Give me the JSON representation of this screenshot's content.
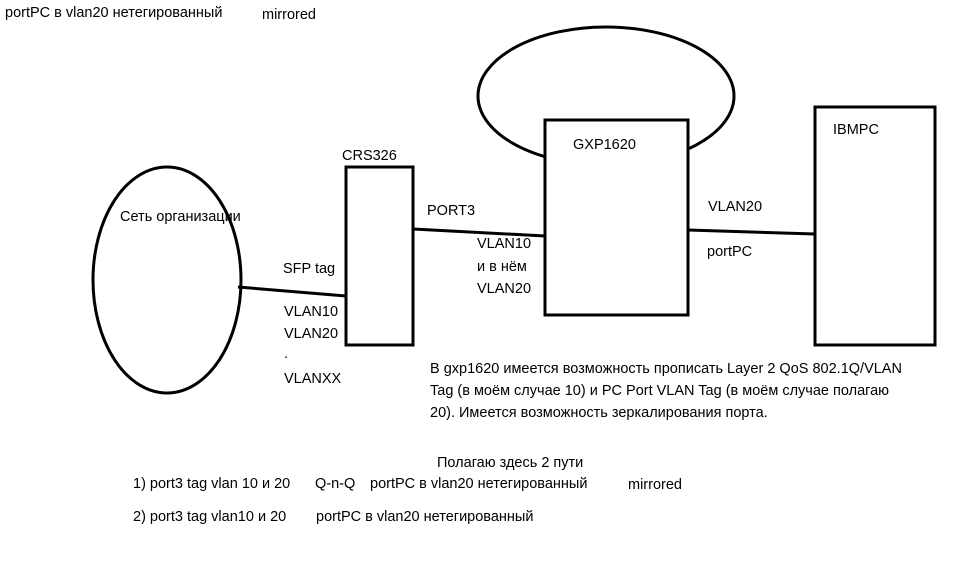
{
  "header_note": {
    "text": "portPC в vlan20 нетегированный",
    "mirrored": "mirrored"
  },
  "nodes": {
    "org_network": "Сеть организации",
    "crs326": "CRS326",
    "gxp1620": "GXP1620",
    "ibmpc": "IBMPC"
  },
  "labels": {
    "sfp_tag": "SFP tag",
    "crs_vlans": [
      "VLAN10",
      "VLAN20",
      ".",
      "VLANXX"
    ],
    "port3": "PORT3",
    "port3_vlans": [
      "VLAN10",
      "и в нём",
      "VLAN20"
    ],
    "pc_vlan": "VLAN20",
    "portpc": "portPC"
  },
  "description": "В gxp1620 имеется возможность прописать Layer 2 QoS 802.1Q/VLAN Tag (в моём случае 10) и PC Port VLAN Tag (в моём случае полагаю 20). Имеется возможность зеркалирования порта.",
  "paths_heading": "Полагаю здесь 2 пути",
  "paths": [
    {
      "a": "1) port3 tag vlan 10 и 20",
      "b": "Q-n-Q",
      "c": "portPC в vlan20 нетегированный",
      "d": "mirrored"
    },
    {
      "a": "2) port3 tag vlan10 и 20",
      "c": "portPC в vlan20 нетегированный"
    }
  ]
}
